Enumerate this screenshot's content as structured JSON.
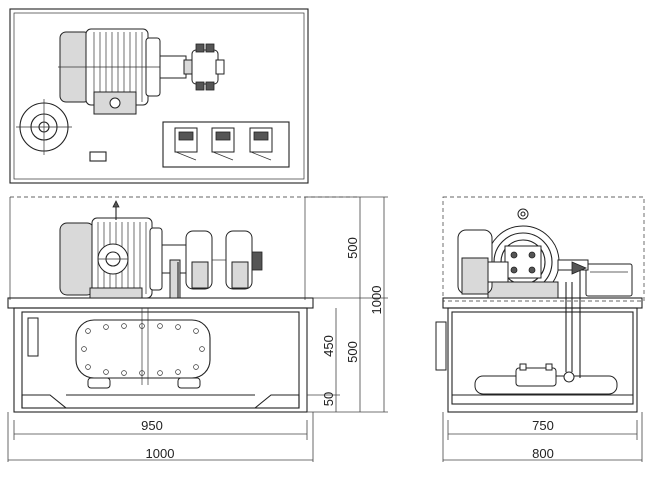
{
  "drawing": {
    "front_view": {
      "dims": {
        "tank_inner_width": "950",
        "overall_width": "1000",
        "motor_height": "500",
        "total_height": "1000",
        "tank_upper": "450",
        "tank_height": "500",
        "base_height": "50"
      }
    },
    "side_view": {
      "dims": {
        "inner_width": "750",
        "overall_width": "800"
      }
    }
  }
}
